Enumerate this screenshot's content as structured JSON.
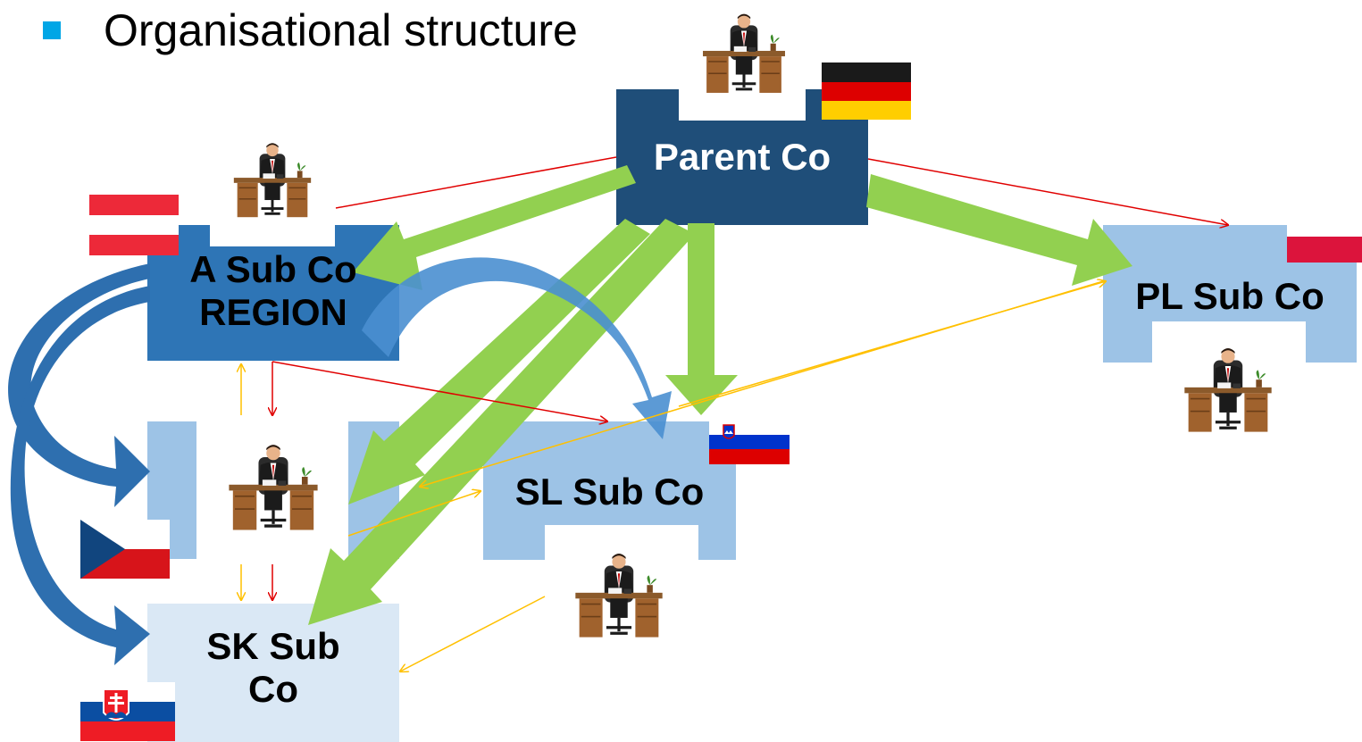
{
  "title": "Organisational structure",
  "entities": {
    "parent": {
      "label": "Parent Co",
      "country": "Germany",
      "flag_icon": "germany-flag-icon"
    },
    "austria": {
      "label_line1": "A Sub Co",
      "label_line2": "REGION",
      "country": "Austria",
      "flag_icon": "austria-flag-icon"
    },
    "czech": {
      "label": "",
      "country": "Czech Republic",
      "flag_icon": "czech-flag-icon"
    },
    "slovenia": {
      "label": "SL Sub Co",
      "country": "Slovenia",
      "flag_icon": "slovenia-flag-icon"
    },
    "poland": {
      "label": "PL Sub Co",
      "country": "Poland",
      "flag_icon": "poland-flag-icon"
    },
    "slovakia": {
      "label_line1": "SK Sub",
      "label_line2": "Co",
      "country": "Slovakia",
      "flag_icon": "slovakia-flag-icon"
    }
  },
  "colors": {
    "bullet": "#00a6e6",
    "parent_box": "#1f4e79",
    "austria_box": "#2e75b6",
    "light_box": "#9dc3e6",
    "slovakia_box": "#dae8f5",
    "green_arrow": "#92d050",
    "blue_arrow": "#2e75b6",
    "red_line": "#e00000",
    "yellow_line": "#ffc000"
  },
  "icons": {
    "manager": "businessman-at-desk-icon"
  }
}
